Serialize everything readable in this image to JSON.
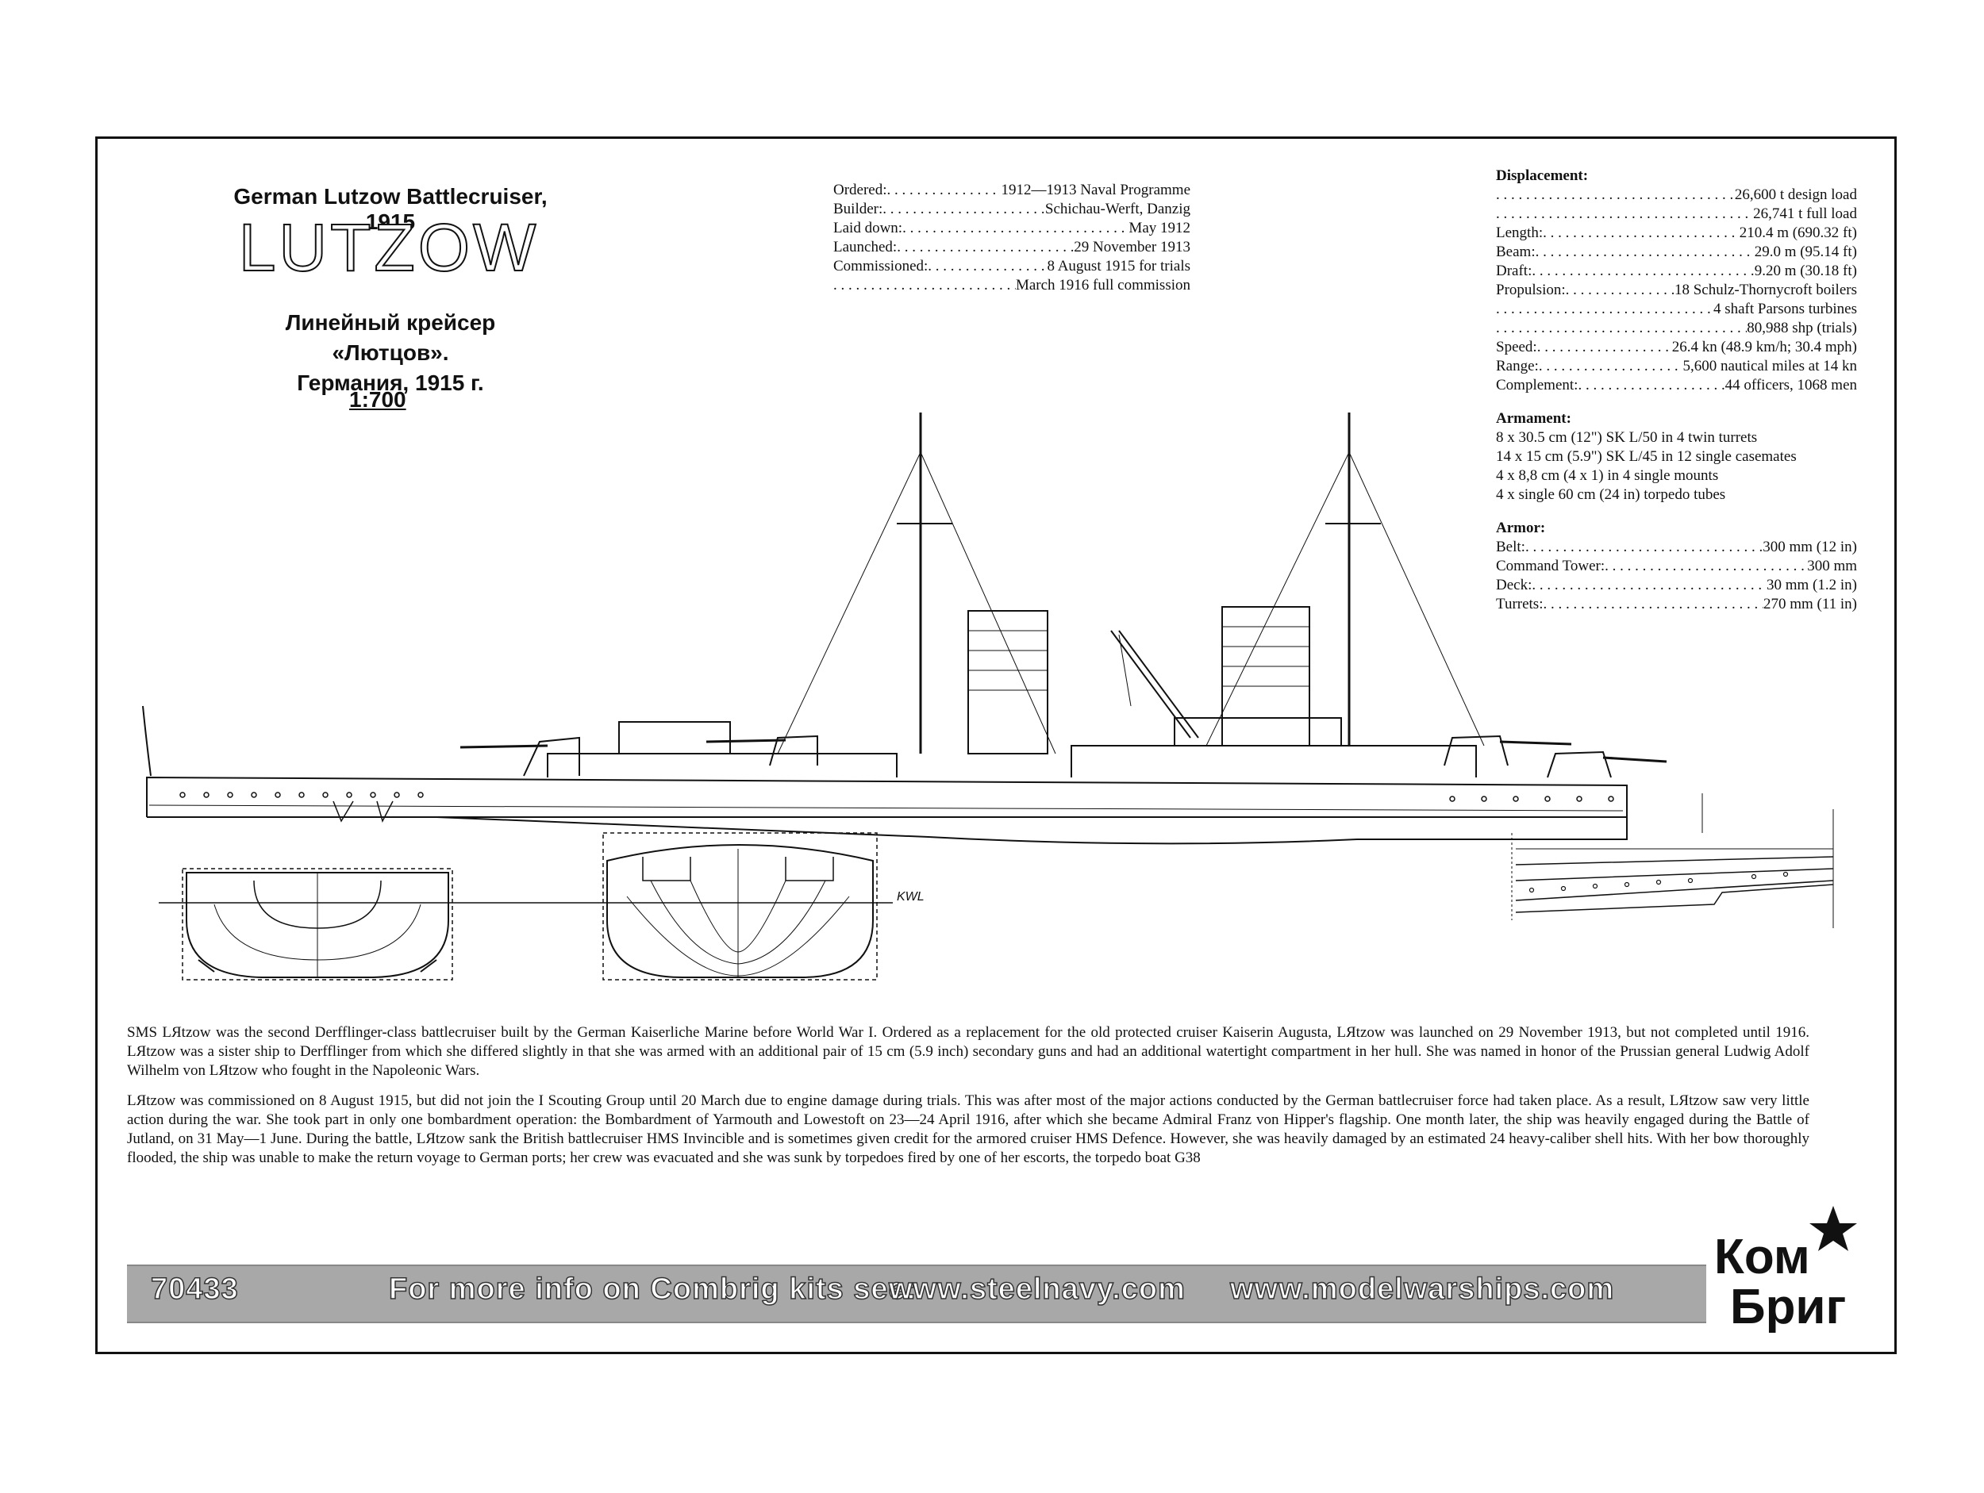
{
  "header": {
    "title_en": "German Lutzow Battlecruiser, 1915",
    "ship_name": "LUTZOW",
    "title_ru_line1": "Линейный крейсер «Лютцов».",
    "title_ru_line2": "Германия, 1915 г.",
    "scale": "1:700"
  },
  "build": [
    {
      "label": "Ordered:",
      "value": "1912—1913 Naval Programme"
    },
    {
      "label": "Builder:",
      "value": "Schichau-Werft, Danzig"
    },
    {
      "label": "Laid down:",
      "value": "May 1912"
    },
    {
      "label": "Launched:",
      "value": "29 November 1913"
    },
    {
      "label": "Commissioned:",
      "value": "8 August 1915 for trials"
    },
    {
      "label": "",
      "value": "March 1916 full commission"
    }
  ],
  "specs": {
    "displacement_header": "Displacement:",
    "rows": [
      {
        "label": "",
        "value": "26,600 t  design load"
      },
      {
        "label": "",
        "value": "26,741 t  full load"
      },
      {
        "label": "Length:",
        "value": "210.4 m (690.32 ft)"
      },
      {
        "label": "Beam:",
        "value": "29.0 m (95.14 ft)"
      },
      {
        "label": "Draft:",
        "value": "9.20 m (30.18 ft)"
      },
      {
        "label": "Propulsion:",
        "value": "18 Schulz-Thornycroft boilers"
      },
      {
        "label": "",
        "value": "4 shaft Parsons turbines"
      },
      {
        "label": "",
        "value": "80,988 shp (trials)"
      },
      {
        "label": "Speed:",
        "value": "26.4 kn (48.9 km/h; 30.4 mph)"
      },
      {
        "label": "Range:",
        "value": "5,600 nautical miles at 14 kn"
      },
      {
        "label": "Complement:",
        "value": "44 officers, 1068 men"
      }
    ],
    "armament_header": "Armament:",
    "armament": [
      "8 x 30.5 cm (12\") SK L/50 in 4 twin turrets",
      "14 x 15 cm (5.9\") SK L/45 in 12 single casemates",
      "4 x 8,8 cm (4 x 1) in 4 single mounts",
      "4 x single 60 cm (24 in) torpedo tubes"
    ],
    "armor_header": "Armor:",
    "armor": [
      {
        "label": "Belt:",
        "value": "300 mm (12 in)"
      },
      {
        "label": "Command Tower:",
        "value": "300 mm"
      },
      {
        "label": "Deck:",
        "value": "30 mm (1.2 in)"
      },
      {
        "label": "Turrets:",
        "value": "270 mm (11 in)"
      }
    ]
  },
  "drawing": {
    "waterline_label": "KWL"
  },
  "description": {
    "p1": "SMS LЯtzow was the second Derfflinger-class battlecruiser built by the German Kaiserliche Marine before World War I. Ordered as a replacement for the old protected cruiser Kaiserin Augusta, LЯtzow was launched on 29 November 1913, but not completed until 1916. LЯtzow was a sister ship to Derfflinger from which she differed slightly in that she was armed with an additional pair of 15 cm (5.9 inch) secondary guns and had an additional watertight compartment in her hull. She was named in honor of the Prussian general Ludwig Adolf Wilhelm von LЯtzow who fought in the Napoleonic Wars.",
    "p2": "LЯtzow was commissioned on 8 August 1915, but did not join the I Scouting Group until 20 March due to engine damage during trials. This was after most of the major actions conducted by the German battlecruiser force had taken place. As a result, LЯtzow saw very little action during the war. She took part in only one bombardment operation: the Bombardment of Yarmouth and Lowestoft on 23—24 April 1916, after which she became Admiral Franz von Hipper's flagship. One month later, the ship was heavily engaged during the Battle of Jutland, on 31 May—1 June. During the battle, LЯtzow sank the British battlecruiser HMS Invincible and is sometimes given credit for the armored cruiser HMS Defence. However, she was heavily damaged by an estimated 24 heavy-caliber shell hits. With her bow thoroughly flooded, the ship was unable to make the return voyage to German ports; her crew was evacuated and she was sunk by torpedoes fired by one of her escorts, the torpedo boat G38"
  },
  "footer": {
    "kit_number": "70433",
    "info_text": "For more info on Combrig kits see:",
    "site1": "www.steelnavy.com",
    "site2": "www.modelwarships.com",
    "logo_top": "Ком",
    "logo_bottom": "Бриг"
  }
}
